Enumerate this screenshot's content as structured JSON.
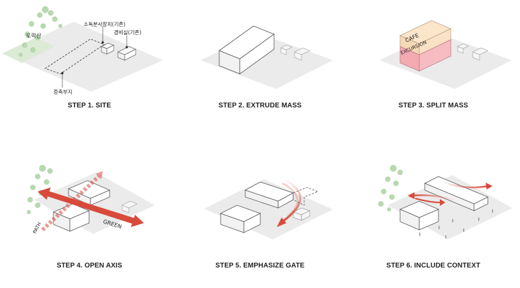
{
  "steps": [
    {
      "caption": "STEP 1. SITE"
    },
    {
      "caption": "STEP 2. EXTRUDE MASS"
    },
    {
      "caption": "STEP 3. SPLIT MASS"
    },
    {
      "caption": "STEP 4. OPEN AXIS"
    },
    {
      "caption": "STEP 5. EMPHASIZE GATE"
    },
    {
      "caption": "STEP 6. INCLUDE CONTEXT"
    }
  ],
  "site_labels": {
    "mountain": "도락산",
    "disinfection_facility": "소독분사장치(기존)",
    "guard_room": "경비실(기존)",
    "extension_site": "증축부지"
  },
  "mass_labels": {
    "cafe": "CAFE",
    "excursion": "EXCURSION"
  },
  "axis_labels": {
    "path": "PATH",
    "green": "GREEN"
  },
  "colors": {
    "ground": "#ebebeb",
    "arrow_red": "#d84a3c",
    "cafe_fill": "#f7d9b8",
    "excursion_fill": "#f3aab1",
    "tree_green": "#b8d8b0"
  }
}
